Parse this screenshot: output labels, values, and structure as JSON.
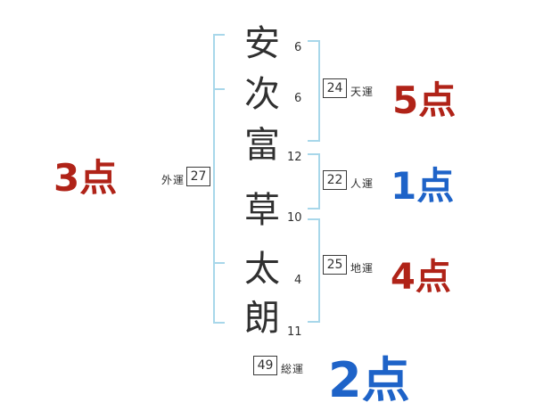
{
  "name_column": {
    "characters": [
      {
        "char": "安",
        "strokes": "6"
      },
      {
        "char": "次",
        "strokes": "6"
      },
      {
        "char": "富",
        "strokes": "12"
      },
      {
        "char": "草",
        "strokes": "10"
      },
      {
        "char": "太",
        "strokes": "4"
      },
      {
        "char": "朗",
        "strokes": "11"
      }
    ]
  },
  "fortunes": {
    "outer": {
      "label": "外運",
      "value": "27",
      "score": "3点"
    },
    "heaven": {
      "label": "天運",
      "value": "24",
      "score": "5点"
    },
    "person": {
      "label": "人運",
      "value": "22",
      "score": "1点"
    },
    "earth": {
      "label": "地運",
      "value": "25",
      "score": "4点"
    },
    "total": {
      "label": "総運",
      "value": "49",
      "score": "2点"
    }
  },
  "colors": {
    "score-red": "#b02318",
    "score-blue": "#1e63c8",
    "bracket": "#a8d7ea",
    "ink": "#303030"
  }
}
